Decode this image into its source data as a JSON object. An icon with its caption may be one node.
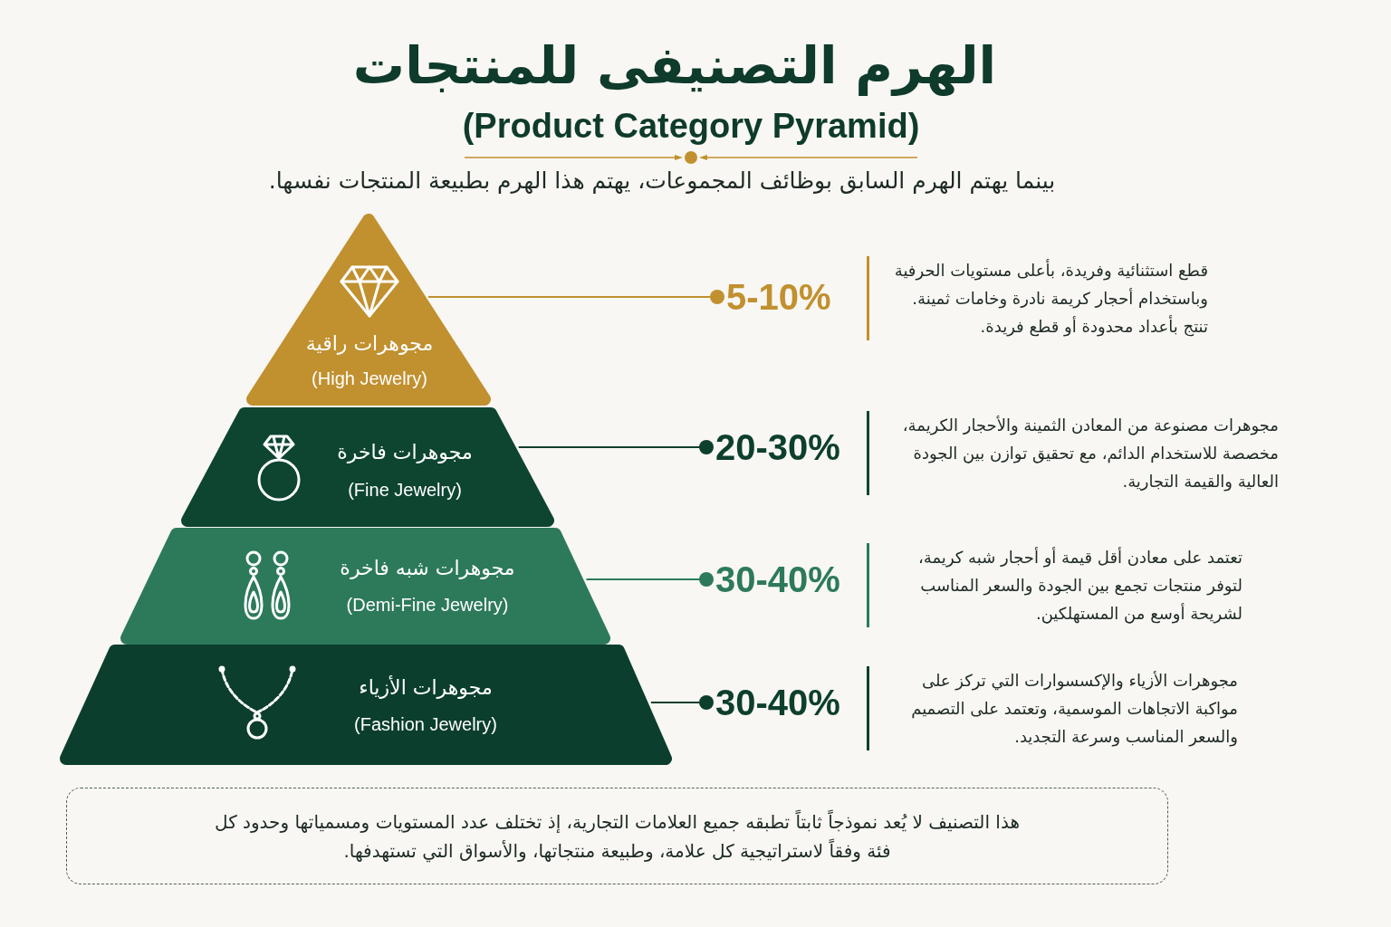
{
  "diagram": {
    "title": "الهرم التصنيفى للمنتجات",
    "nodes": [
      {
        "text": [
          "مجوهرات راقية",
          "(High Jewelry)"
        ]
      },
      {
        "text": [
          "5-10%"
        ]
      },
      {
        "text": [
          "مجوهرات فاخرة",
          "(Fine Jewelry)"
        ]
      },
      {
        "text": [
          "20-30%"
        ]
      },
      {
        "text": [
          "مجوهرات شبه فاخرة",
          "(Demi-Fine Jewelry)"
        ]
      },
      {
        "text": [
          "30-40%"
        ]
      },
      {
        "text": [
          "مجوهرات الأزياء",
          "(Fashion Jewelry)"
        ]
      },
      {
        "text": [
          "30-40%"
        ]
      },
      {
        "text": [
          "هذا التصنيف لا يُعد نموذجاً ثابتاً تطبقه جميع العلامات التجارية، إذ تختلف عدد المستويات ومسمياتها وحدود كل فئة وفقاً لاستراتيجية كل علامة، وطبيعة منتجاتها، والأسواق التي تستهدفها."
        ]
      }
    ],
    "edges": [
      {
        "from": 0,
        "to": 1,
        "arrow": "other",
        "color": "#c1902f"
      },
      {
        "from": 2,
        "to": 3,
        "arrow": "other"
      },
      {
        "from": 4,
        "to": 5,
        "arrow": "other",
        "color": "#2d7a5b"
      },
      {
        "from": 6,
        "to": 7,
        "arrow": "other"
      }
    ],
    "labels": [
      "(Product Category Pyramid)",
      "بينما يهتم الهرم السابق بوظائف المجموعات، يهتم هذا الهرم بطبيعة المنتجات نفسها.",
      "قطع استثنائية وفريدة، بأعلى مستويات الحرفية وباستخدام أحجار كريمة نادرة وخامات ثمينة. تنتج بأعداد محدودة أو قطع فريدة.",
      "مجوهرات مصنوعة من المعادن الثمينة والأحجار الكريمة، مخصصة للاستخدام الدائم، مع تحقيق توازن بين الجودة العالية والقيمة التجارية.",
      "تعتمد على معادن أقل قيمة أو أحجار شبه كريمة، لتوفر منتجات تجمع بين الجودة والسعر المناسب لشريحة أوسع من المستهلكين.",
      "مجوهرات الأزياء والإكسسوارات التي تركز على مواكبة الاتجاهات الموسمية، وتعتمد على التصميم والسعر المناسب وسرعة التجديد."
    ]
  }
}
